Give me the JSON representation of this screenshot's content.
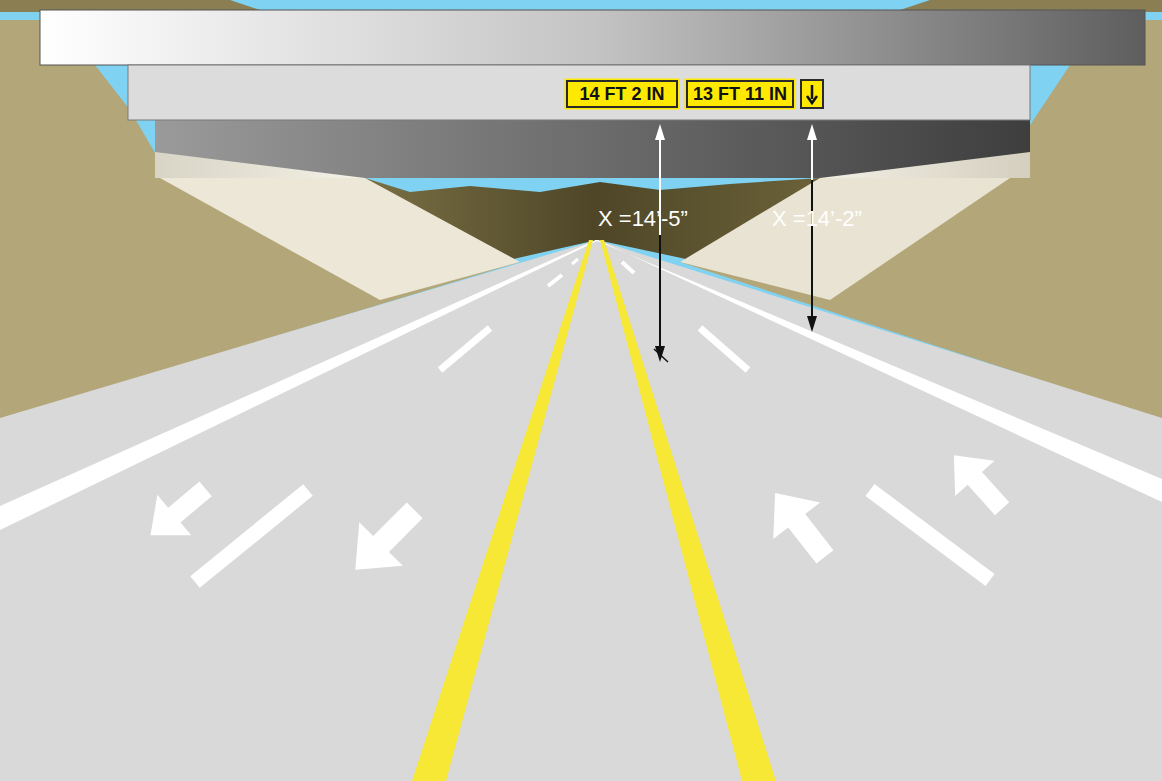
{
  "diagram": {
    "nodes": [
      {
        "text": [
          "14 FT 2 IN"
        ]
      },
      {
        "text": [
          "13 FT 11 IN"
        ]
      }
    ],
    "labels": [
      "X =14’-5”",
      "X =14’-2”"
    ]
  }
}
